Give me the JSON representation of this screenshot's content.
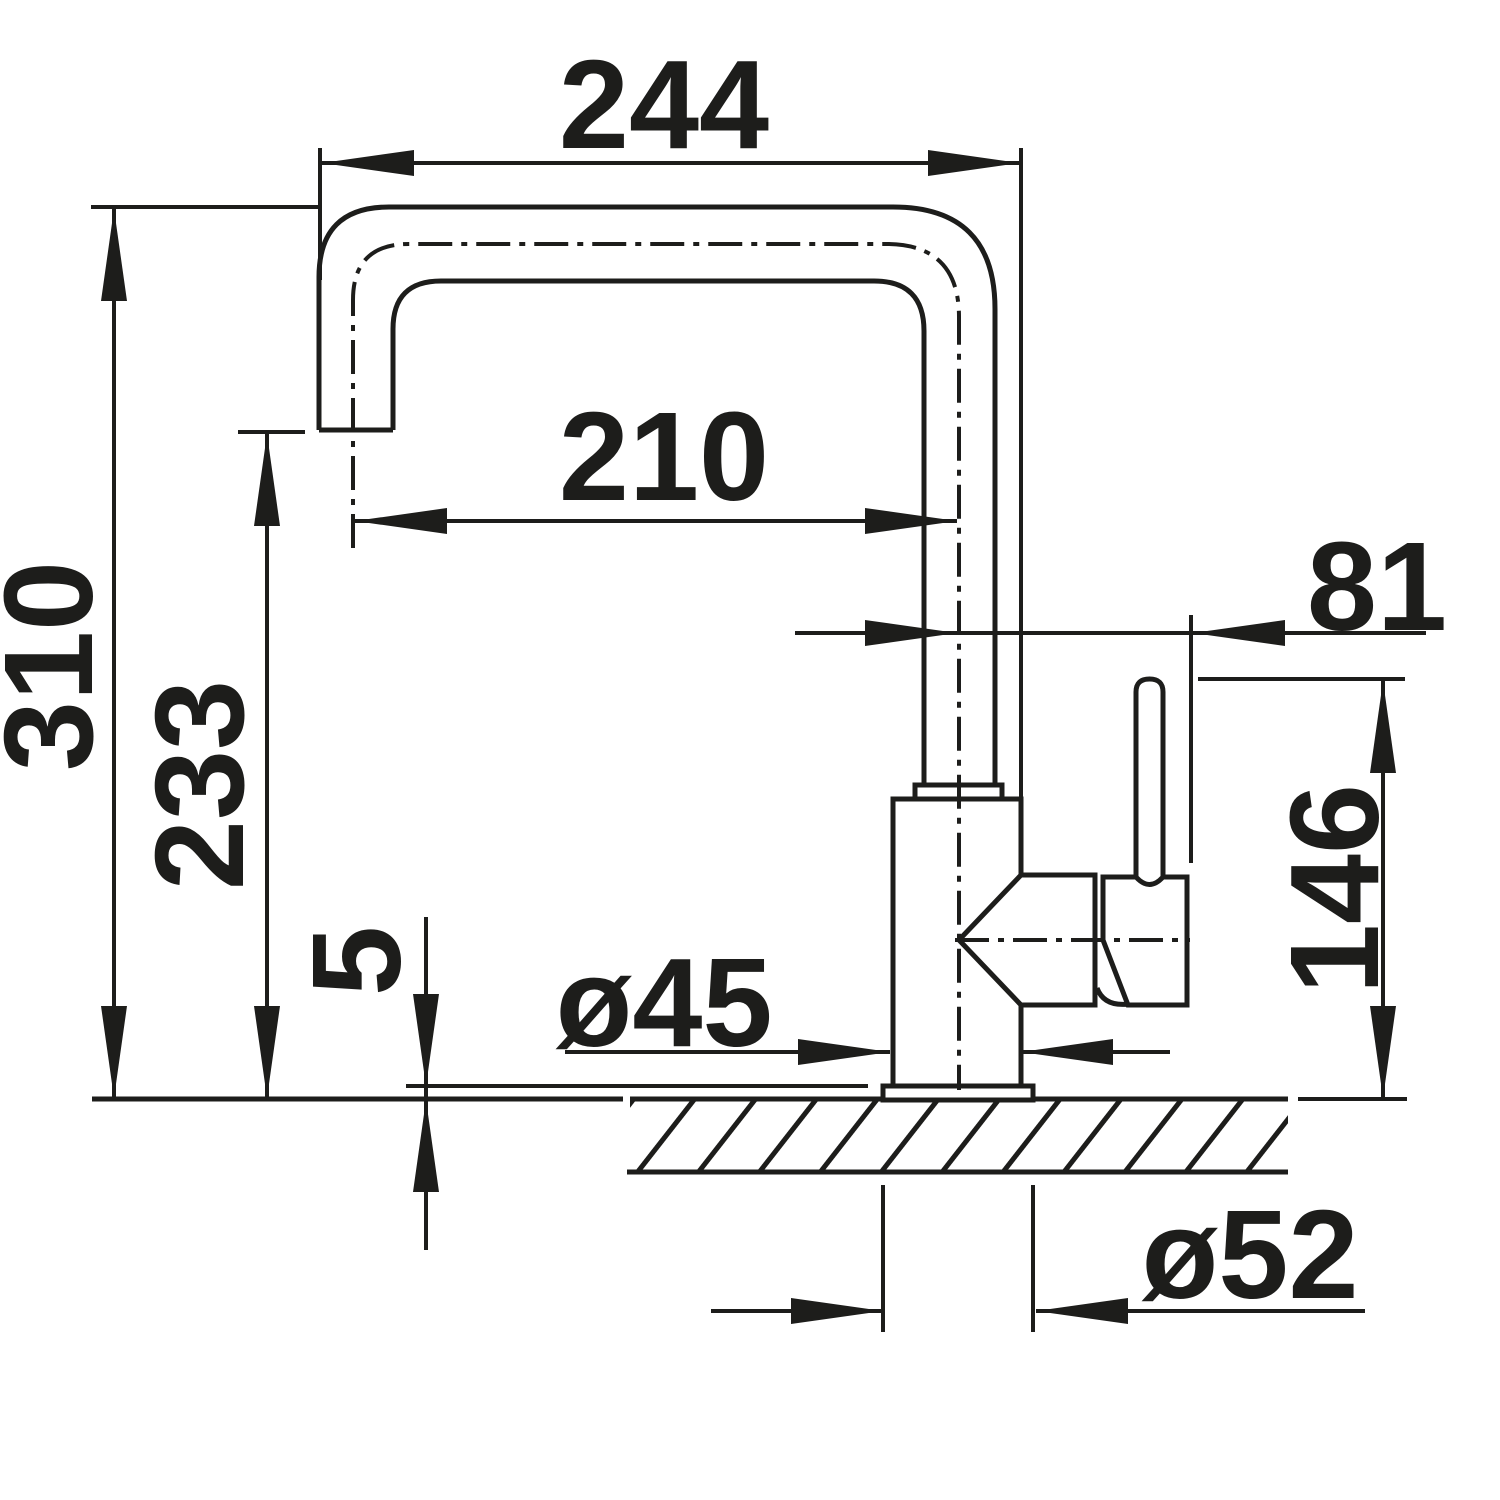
{
  "drawing": {
    "kind": "kitchen-faucet-dimension-drawing",
    "unit": "mm",
    "line_color": "#1d1d1b",
    "background_color": "#ffffff",
    "dimensions": {
      "spout_reach_overall": "244",
      "spout_reach_to_center": "210",
      "handle_offset": "81",
      "height_overall": "310",
      "height_to_outlet": "233",
      "base_plate_thickness": "5",
      "body_diameter": "ø45",
      "handle_top_height": "146",
      "base_plate_diameter": "ø52"
    }
  }
}
